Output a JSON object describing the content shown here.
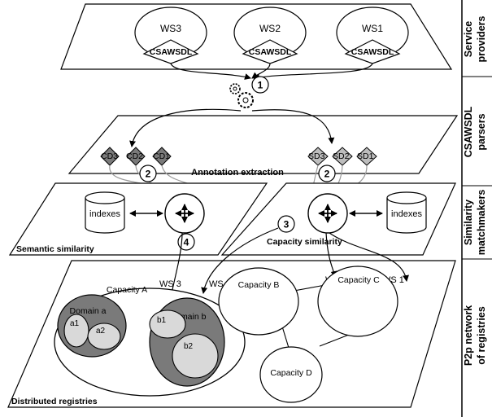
{
  "sidebar": {
    "labels": [
      {
        "line1": "Service",
        "line2": "providers"
      },
      {
        "line1": "CSAWSDL",
        "line2": "parsers"
      },
      {
        "line1": "Similarity",
        "line2": "matchmakers"
      },
      {
        "line1": "P2p network",
        "line2": "of registries"
      }
    ]
  },
  "providers": {
    "services": [
      "WS3",
      "WS2",
      "WS1"
    ],
    "tag": "CSAWSDL"
  },
  "steps": [
    "1",
    "2",
    "2",
    "3",
    "4"
  ],
  "annotation": {
    "title": "Annotation extraction",
    "cd": [
      "CD3",
      "CD2",
      "CD1"
    ],
    "sd": [
      "SD3",
      "SD2",
      "SD1"
    ]
  },
  "similarity": {
    "semantic_title": "Semantic similarity",
    "capacity_title": "Capacity similarity",
    "indexes_label": "indexes"
  },
  "routes": [
    "WS 3",
    "WS 3",
    "WS 2",
    "WS 1"
  ],
  "registries": {
    "title": "Distributed registries",
    "capacity_a": "Capacity A",
    "domain_a": "Domain a",
    "a1": "a1",
    "a2": "a2",
    "domain_b": "Domain b",
    "b1": "b1",
    "b2": "b2",
    "capacity_b": "Capacity B",
    "capacity_c": "Capacity C",
    "capacity_d": "Capacity D"
  },
  "colors": {
    "cd_fill": "#7a7a7a",
    "sd_fill": "#bdbdbd",
    "domain_fill": "#7a7a7a",
    "sub_fill": "#d9d9d9",
    "grey_line": "#9a9a9a"
  }
}
